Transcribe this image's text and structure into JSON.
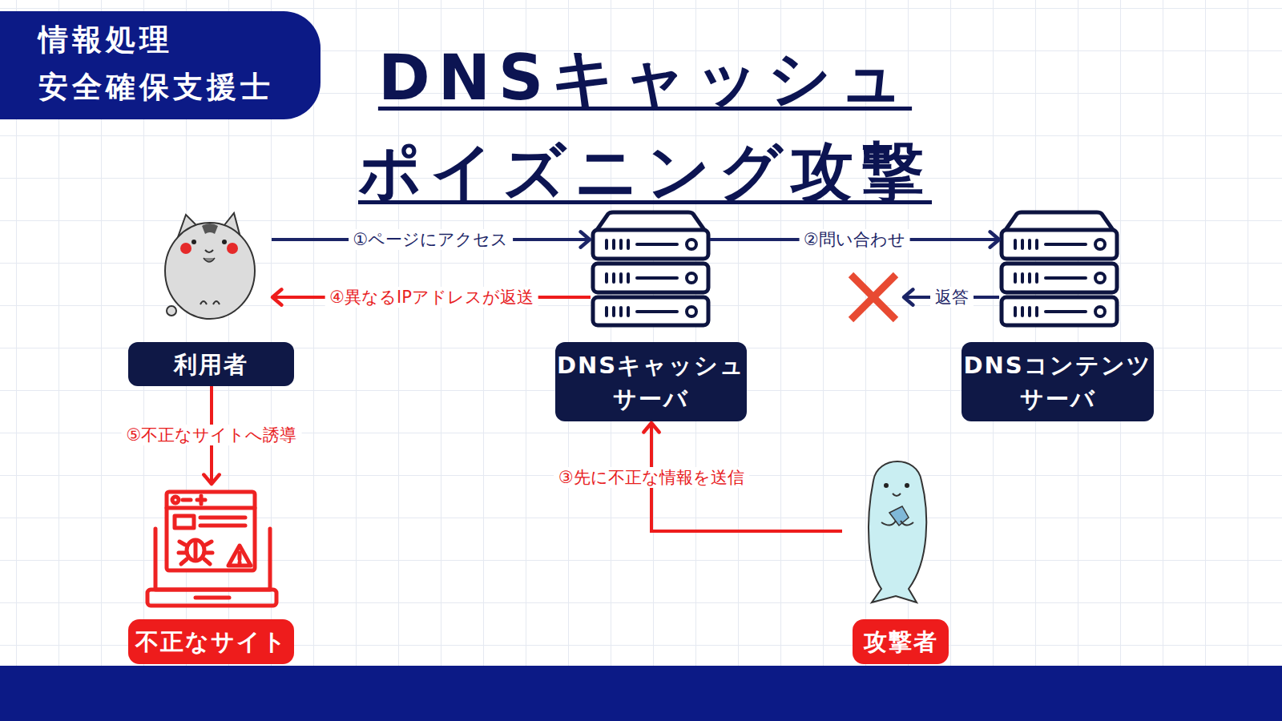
{
  "diagram": {
    "title": "DNSキャッシュ ポイズニング攻撃",
    "nodes": [
      {
        "text": [
          "情報処理 安全確保支援士"
        ]
      },
      {
        "text": [
          "利用者"
        ]
      },
      {
        "text": [
          "DNSキャッシュ サーバ"
        ]
      },
      {
        "text": [
          "DNSコンテンツ サーバ"
        ]
      },
      {
        "text": [
          "不正なサイト"
        ]
      },
      {
        "text": [
          "攻撃者"
        ]
      }
    ],
    "edges": [
      {
        "from": 1,
        "to": 2,
        "arrow": "to",
        "label": "①ページにアクセス"
      },
      {
        "from": 2,
        "to": 3,
        "arrow": "to",
        "label": "②問い合わせ"
      },
      {
        "from": 3,
        "to": 2,
        "arrow": "to",
        "label": "返答"
      },
      {
        "from": 5,
        "to": 2,
        "arrow": "to",
        "label": "③先に不正な情報を送信"
      },
      {
        "from": 2,
        "to": 1,
        "arrow": "to",
        "label": "④異なるIPアドレスが返送"
      },
      {
        "from": 1,
        "to": 4,
        "arrow": "to",
        "label": "⑤不正なサイトへ誘導"
      }
    ]
  }
}
